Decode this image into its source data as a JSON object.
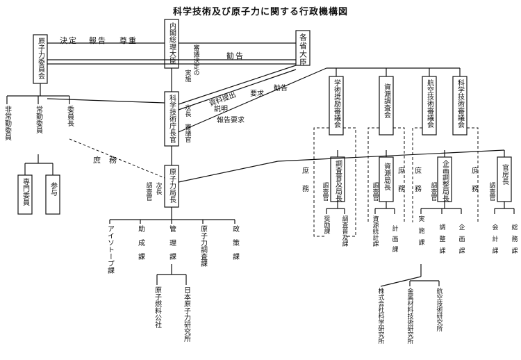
{
  "title": "科学技術及び原子力に関する行政機構図",
  "nodes": {
    "naikaku": "内閣総理大臣",
    "kakkaku": "各省大臣",
    "iinkai": "原子力委員会",
    "chokan": "科学技術庁長官",
    "jochu": "常勤委員",
    "hijochu": "非常勤委員",
    "iincho": "委員長",
    "senmon": "専門委員",
    "sanyo": "参与",
    "kyokucho": "原子力局長",
    "gakujutsu": "学術奨励審議会",
    "shigen": "資源調査会",
    "koku": "航空技術審議会",
    "kagakushingi": "科学技術審議会",
    "fukyu": "調査普及局長",
    "shigenkyoku": "資源局長",
    "kikaku": "企画調整局長",
    "kanbo": "官房長"
  },
  "labels": {
    "kettei": "決定",
    "hokoku": "報告",
    "ryoun": "尊重",
    "tsukoku": "勧告",
    "shingi": "審議決定の",
    "jissi": "実施",
    "shiryo": "資料提出",
    "setsumei": "説明",
    "hokokuyokyu": "報告要求",
    "yokyu": "要求",
    "kankoku2": "勧告",
    "jicho_shingikan": "次長 審議官",
    "jimu": "庶務",
    "jicho2": "次長",
    "chosakan": "調査官"
  },
  "divisions": {
    "isotope": "アイソトープ課",
    "josei": "助成課",
    "kanri": "管理課",
    "chosa": "原子力調査課",
    "seisaku": "政策課",
    "nenryo": "原子燃料公社",
    "kenkyusho": "日本原子力研究所",
    "shomu1": "庶務",
    "chosakan1": "調査官",
    "shoreika": "奨励課",
    "fukyuka": "調査普及課",
    "shomu2": "庶務",
    "chosakan2": "調査官",
    "tokei": "資源統計課",
    "keikaku": "計画課",
    "shomu3": "庶務",
    "chosakan3": "調査官",
    "jisshi": "実施課",
    "chosei": "調整課",
    "kikakuka": "企画課",
    "shomu4": "庶務",
    "kaikei": "会計課",
    "somu": "総務課",
    "chosakan4": "調査官",
    "riken": "株式会社科学研究所",
    "kinzoku": "金属材料技術研究所",
    "kokugiken": "航空技術研究所"
  }
}
